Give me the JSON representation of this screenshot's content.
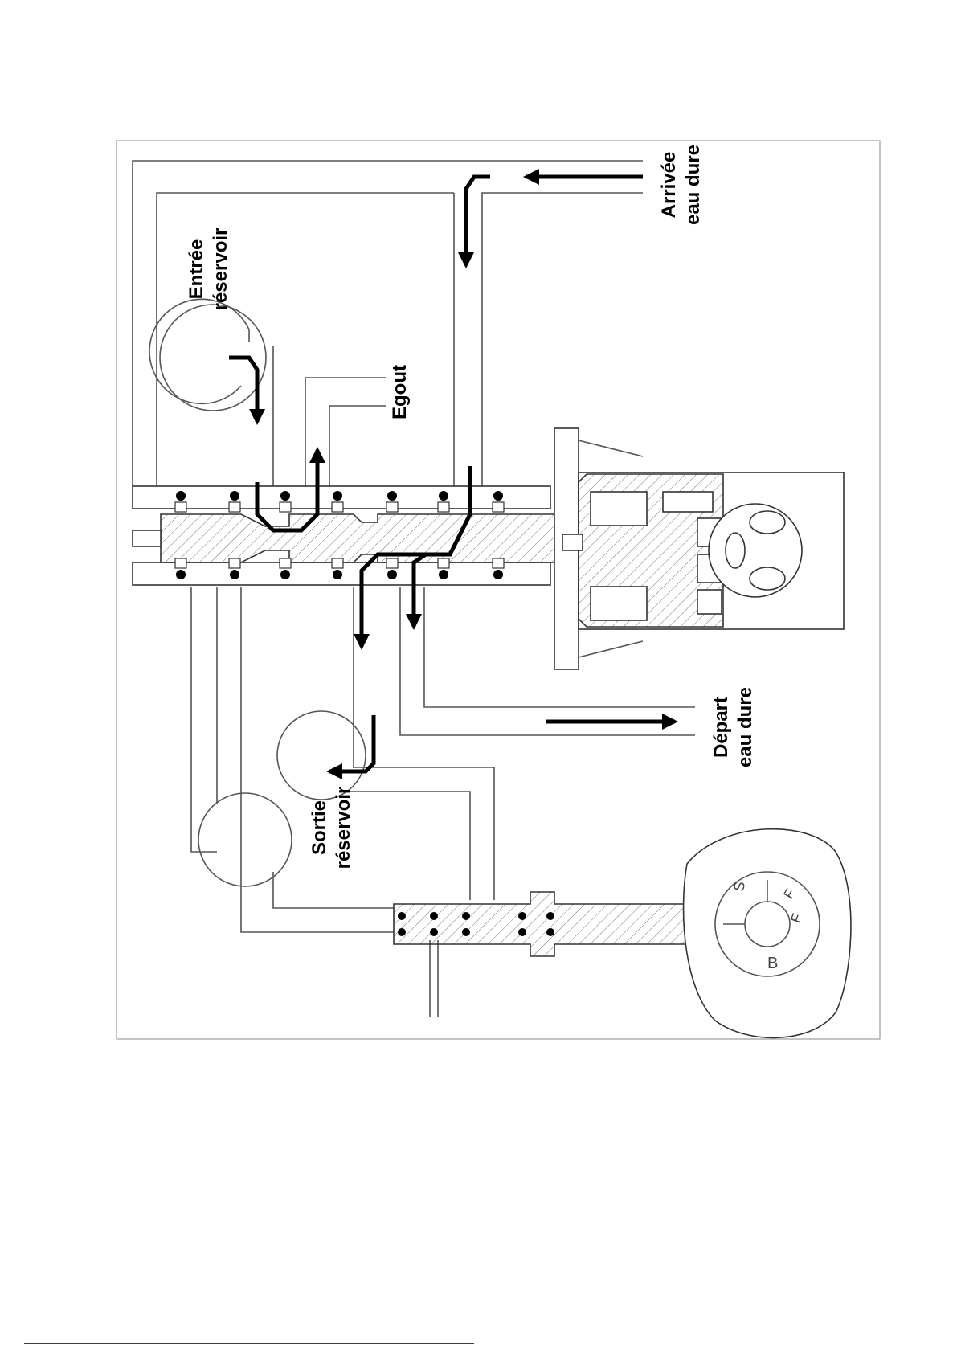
{
  "labels": {
    "arrivee": [
      "Arrivée",
      "eau dure"
    ],
    "entree": [
      "Entrée",
      "réservoir"
    ],
    "egout": [
      "Egout"
    ],
    "depart": [
      "Départ",
      "eau dure"
    ],
    "sortie": [
      "Sortie",
      "réservoir"
    ]
  },
  "dial_letters": [
    "S",
    "F",
    "F",
    "B"
  ],
  "colors": {
    "line": "#555555",
    "flow": "#000000",
    "background": "#ffffff"
  }
}
